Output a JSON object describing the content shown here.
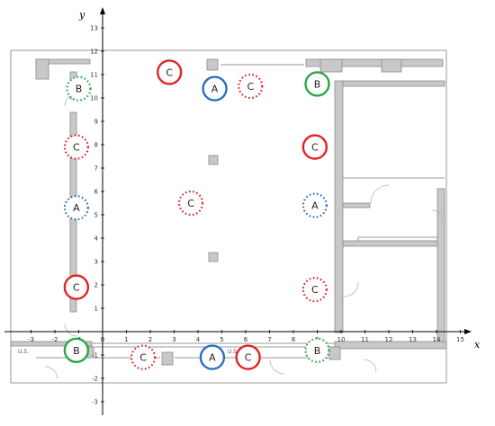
{
  "axes": {
    "x_label": "x",
    "y_label": "y",
    "x_ticks": [
      "-3",
      "-2",
      "-1",
      "0",
      "1",
      "2",
      "3",
      "4",
      "5",
      "6",
      "7",
      "8",
      "9",
      "10",
      "11",
      "12",
      "13",
      "14",
      "15"
    ],
    "y_ticks": [
      "-3",
      "-2",
      "-1",
      "1",
      "2",
      "3",
      "4",
      "5",
      "6",
      "7",
      "8",
      "9",
      "10",
      "11",
      "12",
      "13"
    ]
  },
  "floor_labels": {
    "us_left": "U.S.",
    "us_mid": "U.S."
  },
  "colors": {
    "C": "#e02424",
    "A": "#2d6fc2",
    "B": "#2aa548"
  },
  "markers": [
    {
      "letter": "C",
      "x": 2.8,
      "y": 11.1,
      "style": "solid"
    },
    {
      "letter": "A",
      "x": 4.7,
      "y": 10.4,
      "style": "solid"
    },
    {
      "letter": "C",
      "x": 6.2,
      "y": 10.5,
      "style": "dotted"
    },
    {
      "letter": "B",
      "x": 9.0,
      "y": 10.6,
      "style": "solid"
    },
    {
      "letter": "B",
      "x": -1.0,
      "y": 10.4,
      "style": "dotted"
    },
    {
      "letter": "C",
      "x": -1.1,
      "y": 7.9,
      "style": "dotted"
    },
    {
      "letter": "C",
      "x": 8.9,
      "y": 7.9,
      "style": "solid"
    },
    {
      "letter": "C",
      "x": 3.7,
      "y": 5.5,
      "style": "dotted"
    },
    {
      "letter": "A",
      "x": -1.1,
      "y": 5.3,
      "style": "dotted"
    },
    {
      "letter": "A",
      "x": 8.9,
      "y": 5.4,
      "style": "dotted"
    },
    {
      "letter": "C",
      "x": -1.1,
      "y": 1.9,
      "style": "solid"
    },
    {
      "letter": "C",
      "x": 8.9,
      "y": 1.8,
      "style": "dotted"
    },
    {
      "letter": "B",
      "x": -1.1,
      "y": -0.8,
      "style": "solid"
    },
    {
      "letter": "C",
      "x": 1.7,
      "y": -1.1,
      "style": "dotted"
    },
    {
      "letter": "A",
      "x": 4.6,
      "y": -1.1,
      "style": "solid"
    },
    {
      "letter": "C",
      "x": 6.1,
      "y": -1.1,
      "style": "solid"
    },
    {
      "letter": "B",
      "x": 9.0,
      "y": -0.8,
      "style": "dotted"
    }
  ]
}
